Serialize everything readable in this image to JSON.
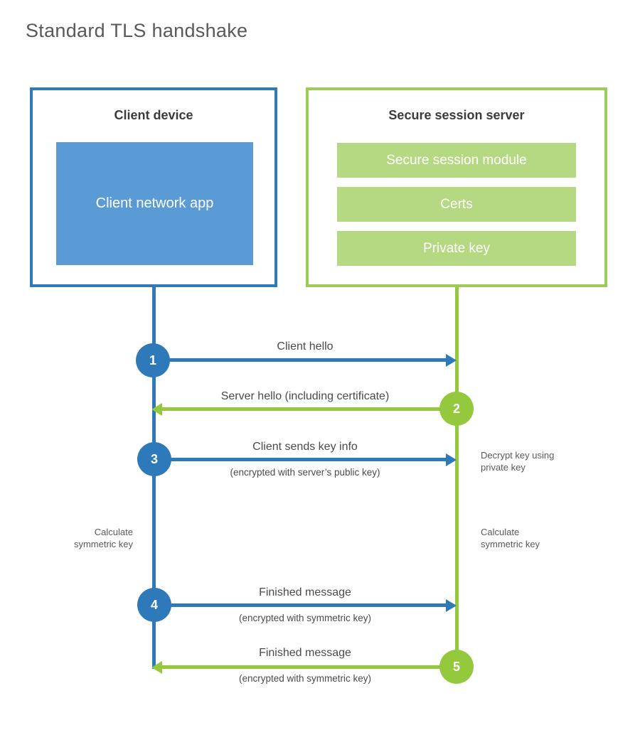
{
  "title": "Standard TLS handshake",
  "client": {
    "title": "Client device",
    "app_label": "Client network app"
  },
  "server": {
    "title": "Secure session server",
    "modules": [
      {
        "label": "Secure session module"
      },
      {
        "label": "Certs"
      },
      {
        "label": "Private key"
      }
    ]
  },
  "steps": [
    {
      "num": "1",
      "label": "Client hello",
      "sublabel": "",
      "from": "client",
      "to": "server"
    },
    {
      "num": "2",
      "label": "Server hello (including certificate)",
      "sublabel": "",
      "from": "server",
      "to": "client"
    },
    {
      "num": "3",
      "label": "Client sends key info",
      "sublabel": "(encrypted with server’s public key)",
      "from": "client",
      "to": "server"
    },
    {
      "num": "4",
      "label": "Finished message",
      "sublabel": "(encrypted with symmetric key)",
      "from": "client",
      "to": "server"
    },
    {
      "num": "5",
      "label": "Finished message",
      "sublabel": "(encrypted with symmetric key)",
      "from": "server",
      "to": "client"
    }
  ],
  "notes": {
    "decrypt": "Decrypt key using private key",
    "calc_left": "Calculate symmetric key",
    "calc_right": "Calculate symmetric key"
  },
  "colors": {
    "blue": "#2e79ba",
    "blue_fill": "#5b9bd5",
    "green": "#94c83d",
    "green_border": "#9ccc55",
    "green_fill": "#b5d982"
  }
}
